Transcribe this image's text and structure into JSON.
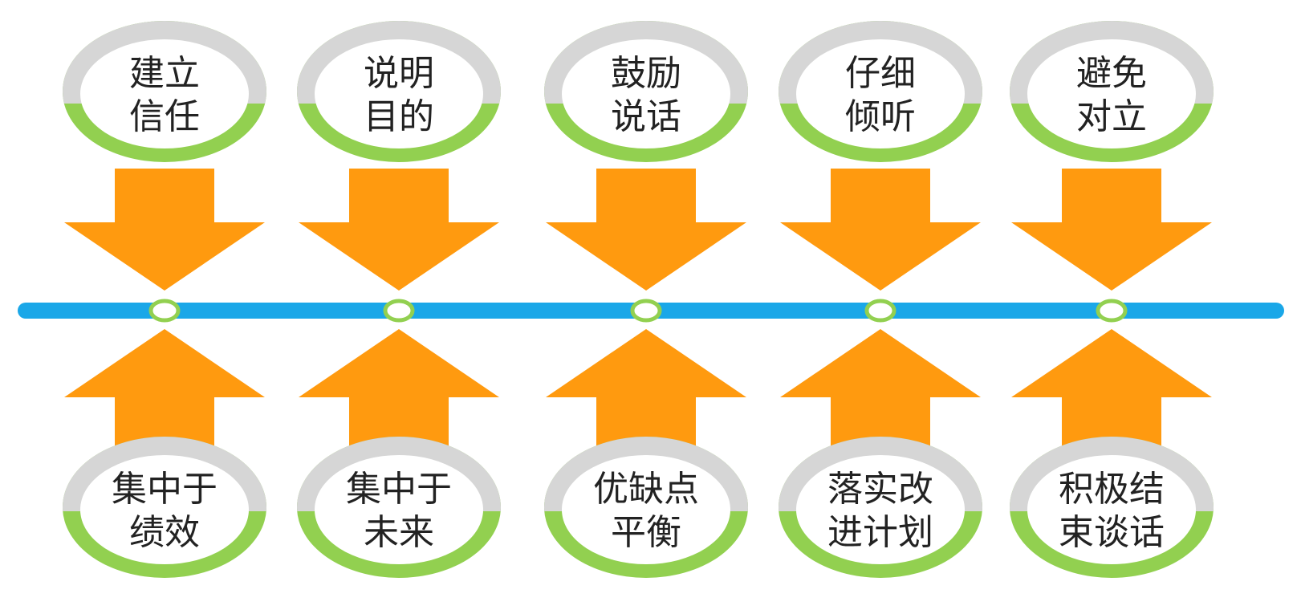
{
  "colors": {
    "arrow": "#ff9a0f",
    "timeline": "#1aa7e8",
    "ring_top": "#d6d6d6",
    "ring_bottom": "#92d050",
    "node_fill": "#ffffff",
    "node_stroke": "#92d050",
    "text": "#222222"
  },
  "top_steps": [
    {
      "line1": "建立",
      "line2": "信任"
    },
    {
      "line1": "说明",
      "line2": "目的"
    },
    {
      "line1": "鼓励",
      "line2": "说话"
    },
    {
      "line1": "仔细",
      "line2": "倾听"
    },
    {
      "line1": "避免",
      "line2": "对立"
    }
  ],
  "bottom_steps": [
    {
      "line1": "集中于",
      "line2": "绩效"
    },
    {
      "line1": "集中于",
      "line2": "未来"
    },
    {
      "line1": "优缺点",
      "line2": "平衡"
    },
    {
      "line1": "落实改",
      "line2": "进计划"
    },
    {
      "line1": "积极结",
      "line2": "束谈话"
    }
  ]
}
